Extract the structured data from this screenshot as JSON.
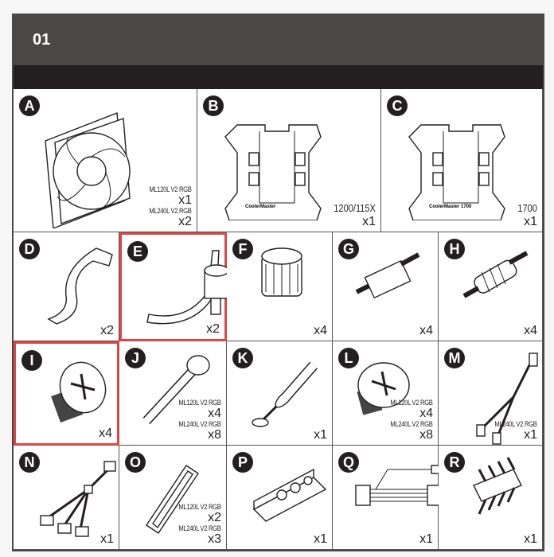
{
  "step": "01",
  "highlight_color": "#e04545",
  "parts": [
    {
      "letter": "A",
      "name": "fan",
      "lines": [
        {
          "t": "model",
          "v": "ML120L V2 RGB"
        },
        {
          "t": "qty",
          "v": "x1"
        },
        {
          "t": "model",
          "v": "ML240L V2 RGB"
        },
        {
          "t": "qty",
          "v": "x2"
        }
      ]
    },
    {
      "letter": "B",
      "name": "intel-backplate-1200-115x",
      "lines": [
        {
          "t": "spec",
          "v": "1200/115X"
        },
        {
          "t": "qty",
          "v": "x1"
        }
      ],
      "brand": "CoolerMaster"
    },
    {
      "letter": "C",
      "name": "intel-backplate-1700",
      "lines": [
        {
          "t": "spec",
          "v": "1700"
        },
        {
          "t": "qty",
          "v": "x1"
        }
      ],
      "brand": "CoolerMaster 1700"
    },
    {
      "letter": "D",
      "name": "bracket",
      "lines": [
        {
          "t": "qty",
          "v": "x2"
        }
      ]
    },
    {
      "letter": "E",
      "name": "bracket-with-nut",
      "highlighted": true,
      "lines": [
        {
          "t": "qty",
          "v": "x2"
        }
      ]
    },
    {
      "letter": "F",
      "name": "nut",
      "lines": [
        {
          "t": "qty",
          "v": "x4"
        }
      ]
    },
    {
      "letter": "G",
      "name": "standoff",
      "lines": [
        {
          "t": "qty",
          "v": "x4"
        }
      ]
    },
    {
      "letter": "H",
      "name": "standoff-long",
      "lines": [
        {
          "t": "qty",
          "v": "x4"
        }
      ]
    },
    {
      "letter": "I",
      "name": "thumb-screw",
      "highlighted": true,
      "lines": [
        {
          "t": "qty",
          "v": "x4"
        }
      ]
    },
    {
      "letter": "J",
      "name": "long-screw",
      "lines": [
        {
          "t": "model",
          "v": "ML120L V2 RGB"
        },
        {
          "t": "qty",
          "v": "x4"
        },
        {
          "t": "model",
          "v": "ML240L V2 RGB"
        },
        {
          "t": "qty",
          "v": "x8"
        }
      ]
    },
    {
      "letter": "K",
      "name": "thermal-paste",
      "lines": [
        {
          "t": "qty",
          "v": "x1"
        }
      ]
    },
    {
      "letter": "L",
      "name": "screw",
      "lines": [
        {
          "t": "model",
          "v": "ML120L V2 RGB"
        },
        {
          "t": "qty",
          "v": "x4"
        },
        {
          "t": "model",
          "v": "ML240L V2 RGB"
        },
        {
          "t": "qty",
          "v": "x8"
        }
      ]
    },
    {
      "letter": "M",
      "name": "y-cable",
      "lines": [
        {
          "t": "model",
          "v": "ML240L V2 RGB"
        },
        {
          "t": "qty",
          "v": "x1"
        }
      ]
    },
    {
      "letter": "N",
      "name": "rgb-splitter-cable",
      "lines": [
        {
          "t": "qty",
          "v": "x1"
        }
      ]
    },
    {
      "letter": "O",
      "name": "fan-connector-clip",
      "lines": [
        {
          "t": "model",
          "v": "ML120L V2 RGB"
        },
        {
          "t": "qty",
          "v": "x2"
        },
        {
          "t": "model",
          "v": "ML240L V2 RGB"
        },
        {
          "t": "qty",
          "v": "x3"
        }
      ]
    },
    {
      "letter": "P",
      "name": "rgb-controller",
      "lines": [
        {
          "t": "qty",
          "v": "x1"
        }
      ]
    },
    {
      "letter": "Q",
      "name": "controller-cable",
      "lines": [
        {
          "t": "qty",
          "v": "x1"
        }
      ]
    },
    {
      "letter": "R",
      "name": "rgb-adapter",
      "lines": [
        {
          "t": "qty",
          "v": "x1"
        }
      ]
    }
  ]
}
